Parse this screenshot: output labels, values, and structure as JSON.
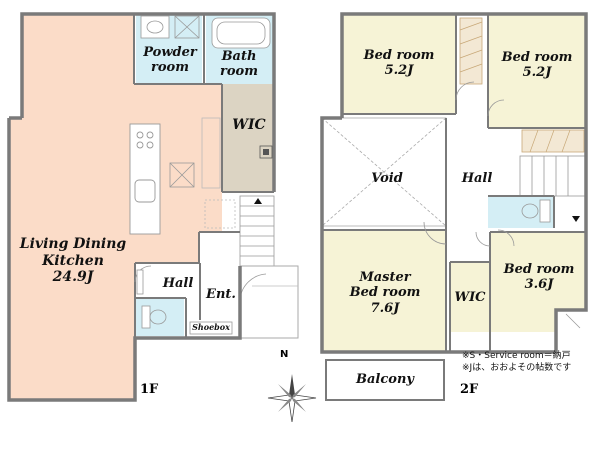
{
  "floor1": {
    "label": "1F",
    "rooms": {
      "powder": {
        "line1": "Powder",
        "line2": "room"
      },
      "bath": {
        "line1": "Bath",
        "line2": "room"
      },
      "wic": {
        "line1": "WIC"
      },
      "ldk": {
        "line1": "Living Dining",
        "line2": "Kitchen",
        "line3": "24.9J"
      },
      "hall": {
        "line1": "Hall"
      },
      "entrance": {
        "line1": "Ent."
      },
      "shoebox": {
        "line1": "Shoebox"
      }
    }
  },
  "floor2": {
    "label": "2F",
    "rooms": {
      "bed1": {
        "line1": "Bed room",
        "line2": "5.2J"
      },
      "bed2": {
        "line1": "Bed room",
        "line2": "5.2J"
      },
      "void": {
        "line1": "Void"
      },
      "hall": {
        "line1": "Hall"
      },
      "master": {
        "line1": "Master",
        "line2": "Bed room",
        "line3": "7.6J"
      },
      "wic": {
        "line1": "WIC"
      },
      "bed3": {
        "line1": "Bed room",
        "line2": "3.6J"
      },
      "balcony": {
        "line1": "Balcony"
      }
    }
  },
  "notes": {
    "line1": "※S・Service room＝納戸",
    "line2": "※Jは、おおよその帖数です"
  },
  "compass": {
    "north": "N"
  },
  "colors": {
    "ldk": "#fbdcc8",
    "wet": "#d4eef5",
    "wic1": "#dcd4c3",
    "bedroom": "#f6f3d6",
    "wall": "#7a7a7a",
    "hall": "#ffffff"
  }
}
